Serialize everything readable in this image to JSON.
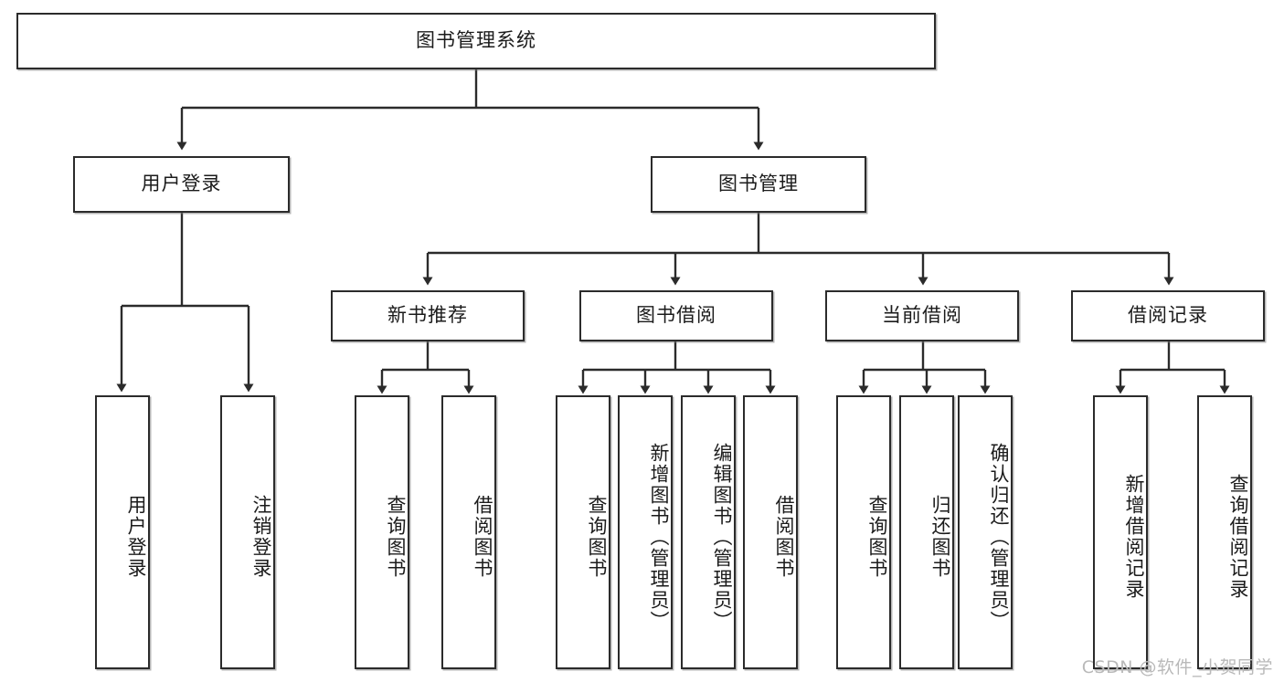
{
  "diagram": {
    "title": "图书管理系统",
    "type": "hierarchy-tree",
    "colors": {
      "box_border": "#2b2b2b",
      "box_fill": "#ffffff",
      "edge": "#2b2b2b",
      "watermark": "#b9b9b9",
      "background": "#ffffff"
    },
    "root": {
      "label": "图书管理系统"
    },
    "level2": [
      {
        "label": "用户登录"
      },
      {
        "label": "图书管理"
      }
    ],
    "level3": [
      {
        "label": "新书推荐"
      },
      {
        "label": "图书借阅"
      },
      {
        "label": "当前借阅"
      },
      {
        "label": "借阅记录"
      }
    ],
    "leaves": {
      "user_login": [
        {
          "label": "用户登录"
        },
        {
          "label": "注销登录"
        }
      ],
      "new_book_recommend": [
        {
          "label": "查询图书"
        },
        {
          "label": "借阅图书"
        }
      ],
      "book_borrow": [
        {
          "label": "查询图书"
        },
        {
          "label": "新增图书（管理员）"
        },
        {
          "label": "编辑图书（管理员）"
        },
        {
          "label": "借阅图书"
        }
      ],
      "current_borrow": [
        {
          "label": "查询图书"
        },
        {
          "label": "归还图书"
        },
        {
          "label": "确认归还（管理员）"
        }
      ],
      "borrow_record": [
        {
          "label": "新增借阅记录"
        },
        {
          "label": "查询借阅记录"
        }
      ]
    },
    "watermark": "CSDN @软件_小贺同学"
  }
}
